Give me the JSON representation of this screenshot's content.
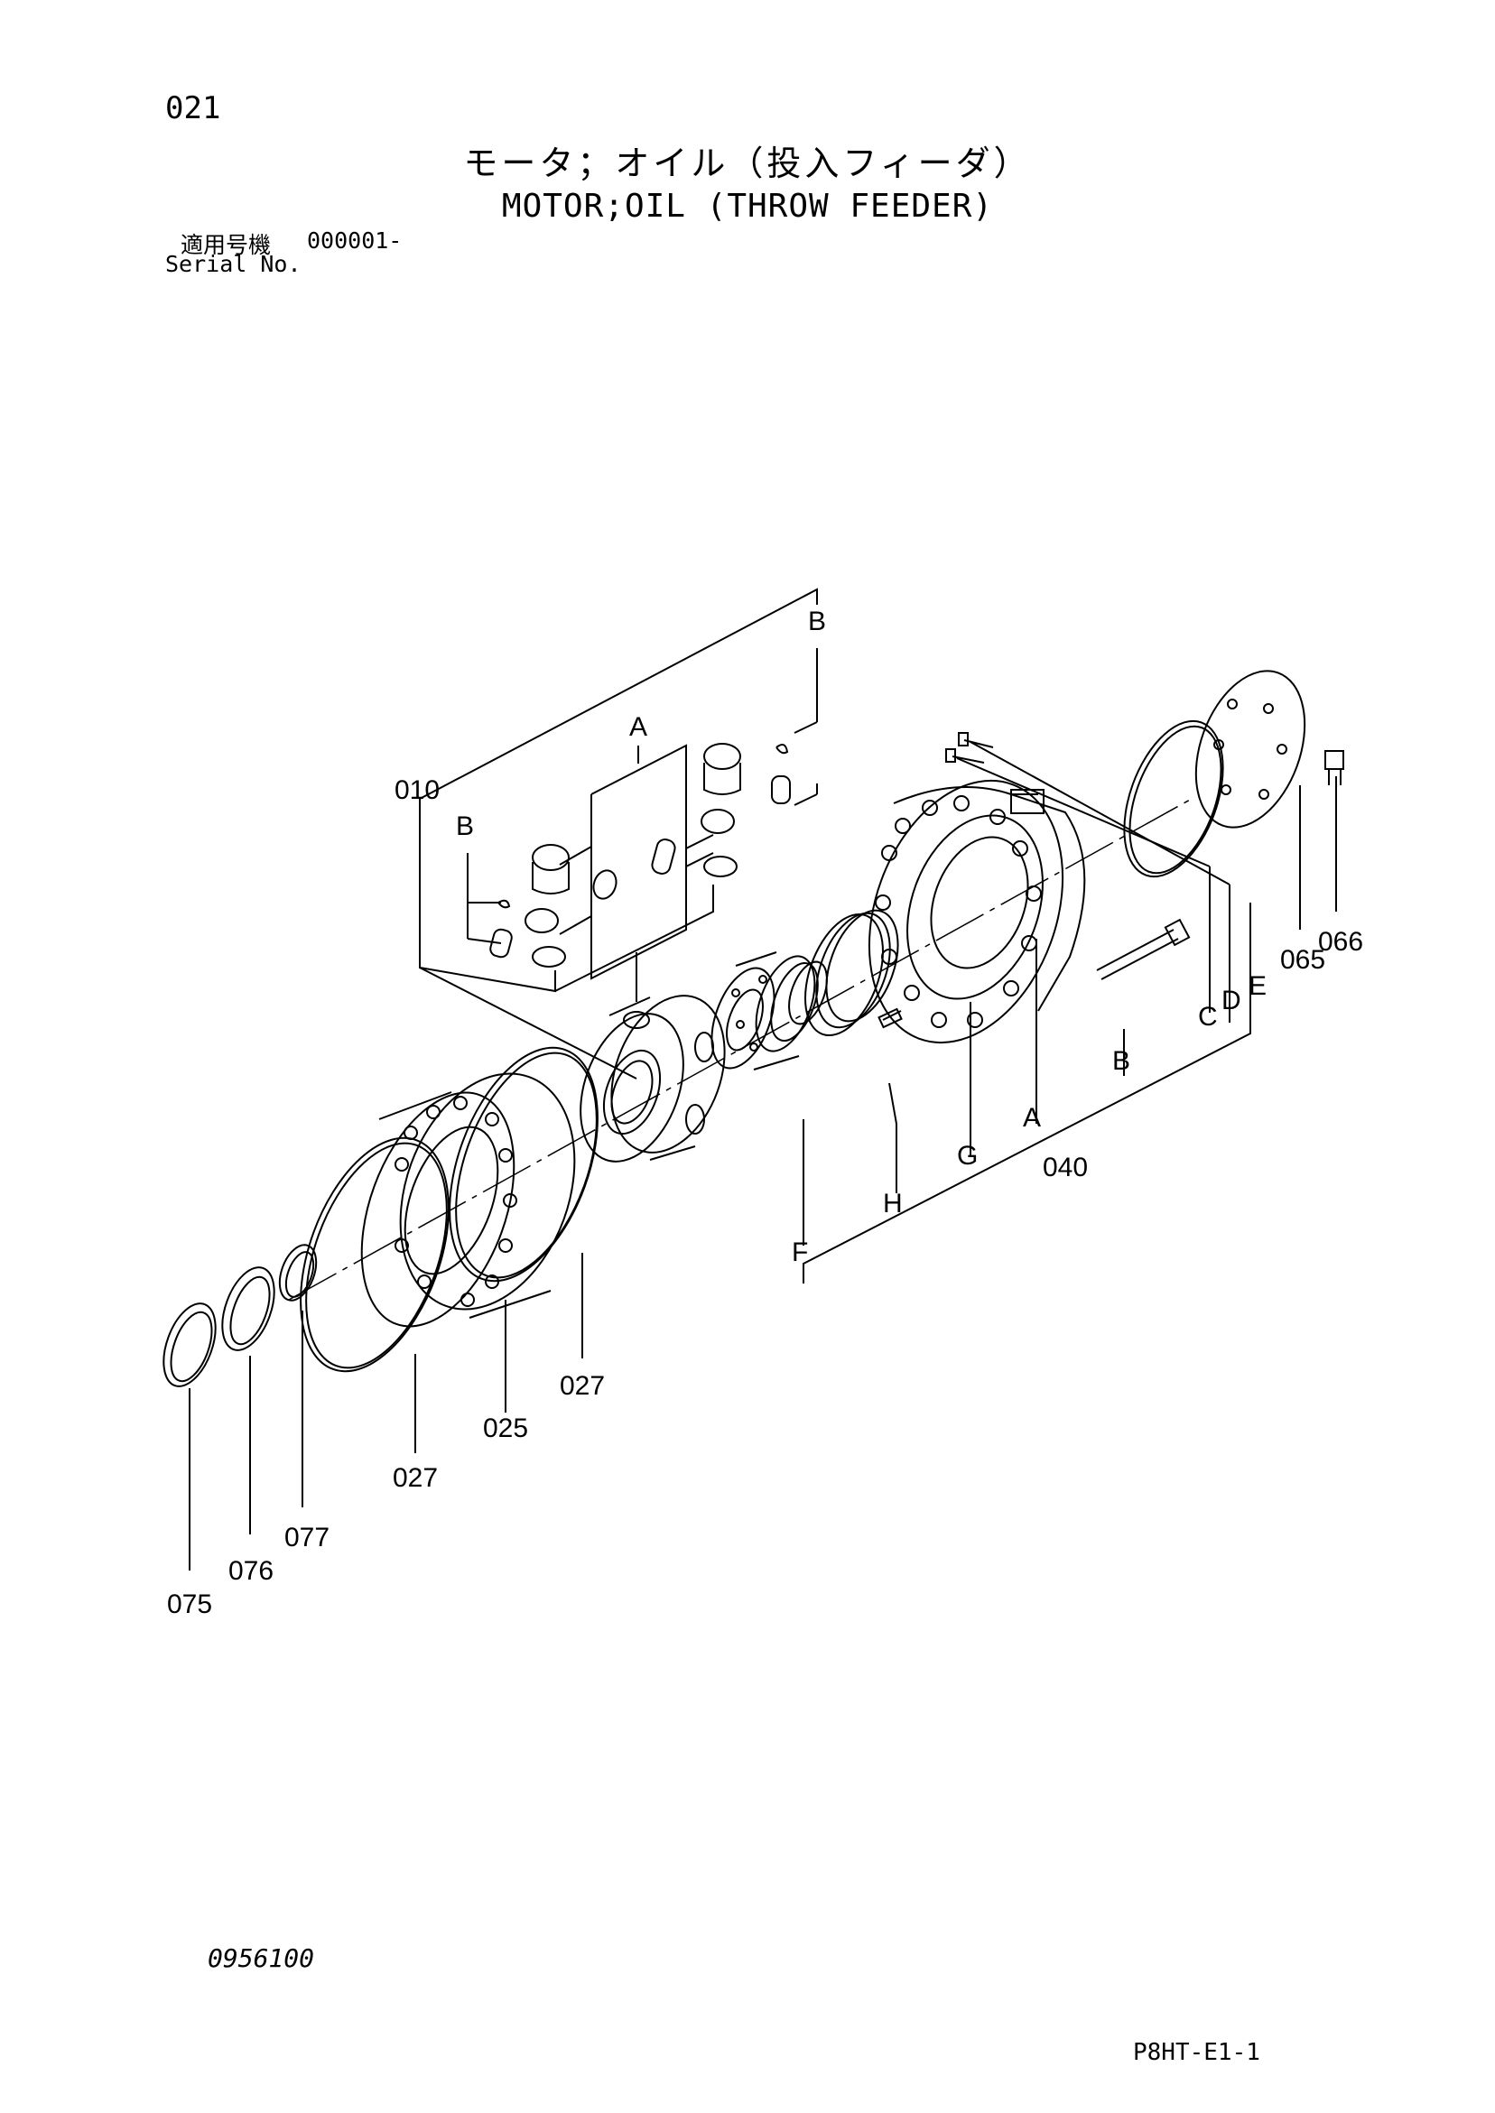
{
  "header": {
    "page_number": "021",
    "title_jp": "モータ；オイル（投入フィーダ）",
    "title_en": "MOTOR;OIL (THROW FEEDER)",
    "serial_label_jp": "適用号機",
    "serial_value": "000001-",
    "serial_label_en": "Serial No."
  },
  "part_numbers": [
    "010",
    "027",
    "025",
    "027",
    "077",
    "076",
    "075",
    "040",
    "065",
    "066"
  ],
  "letter_labels": [
    "B",
    "A",
    "B",
    "C",
    "D",
    "E",
    "B",
    "A",
    "G",
    "H",
    "F"
  ],
  "footer": {
    "drawing_code": "0956100",
    "sheet_code": "P8HT-E1-1"
  }
}
